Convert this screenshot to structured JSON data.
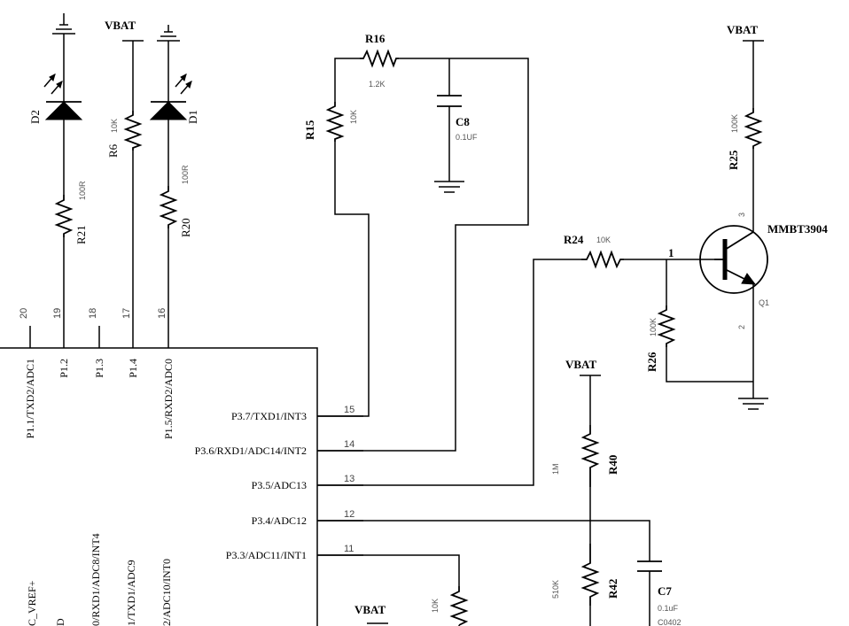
{
  "power": {
    "vbat": "VBAT"
  },
  "transistor": {
    "part": "MMBT3904",
    "ref": "Q1",
    "pin_base": "1",
    "pin_collector": "3",
    "pin_emitter": "2"
  },
  "resistors": {
    "r16": {
      "ref": "R16",
      "value": "1.2K"
    },
    "r15": {
      "ref": "R15",
      "value": "10K"
    },
    "r21": {
      "ref": "R21",
      "value": "100R"
    },
    "r6": {
      "ref": "R6",
      "value": "10K"
    },
    "r20": {
      "ref": "R20",
      "value": "100R"
    },
    "r24": {
      "ref": "R24",
      "value": "10K"
    },
    "r25": {
      "ref": "R25",
      "value": "100K"
    },
    "r26": {
      "ref": "R26",
      "value": "100K"
    },
    "r40": {
      "ref": "R40",
      "value": "1M"
    },
    "r42": {
      "ref": "R42",
      "value": "510K"
    },
    "r_unlabeled": {
      "value": "10K"
    }
  },
  "capacitors": {
    "c8": {
      "ref": "C8",
      "value": "0.1UF"
    },
    "c7": {
      "ref": "C7",
      "value": "0.1uF",
      "package": "C0402"
    }
  },
  "diodes": {
    "d2": {
      "ref": "D2"
    },
    "d1": {
      "ref": "D1"
    }
  },
  "ic": {
    "top_pins": [
      {
        "num": "20",
        "name": "P1.1/TXD2/ADC1"
      },
      {
        "num": "19",
        "name": "P1.2"
      },
      {
        "num": "18",
        "name": "P1.3"
      },
      {
        "num": "17",
        "name": "P1.4"
      },
      {
        "num": "16",
        "name": "P1.5/RXD2/ADC0"
      }
    ],
    "right_pins": [
      {
        "num": "15",
        "name": "P3.7/TXD1/INT3"
      },
      {
        "num": "14",
        "name": "P3.6/RXD1/ADC14/INT2"
      },
      {
        "num": "13",
        "name": "P3.5/ADC13"
      },
      {
        "num": "12",
        "name": "P3.4/ADC12"
      },
      {
        "num": "11",
        "name": "P3.3/ADC11/INT1"
      }
    ],
    "bottom_partial_labels": [
      "C_VREF+",
      "D",
      "0/RXD1/ADC8/INT4",
      "1/TXD1/ADC9",
      "2/ADC10/INT0"
    ]
  }
}
